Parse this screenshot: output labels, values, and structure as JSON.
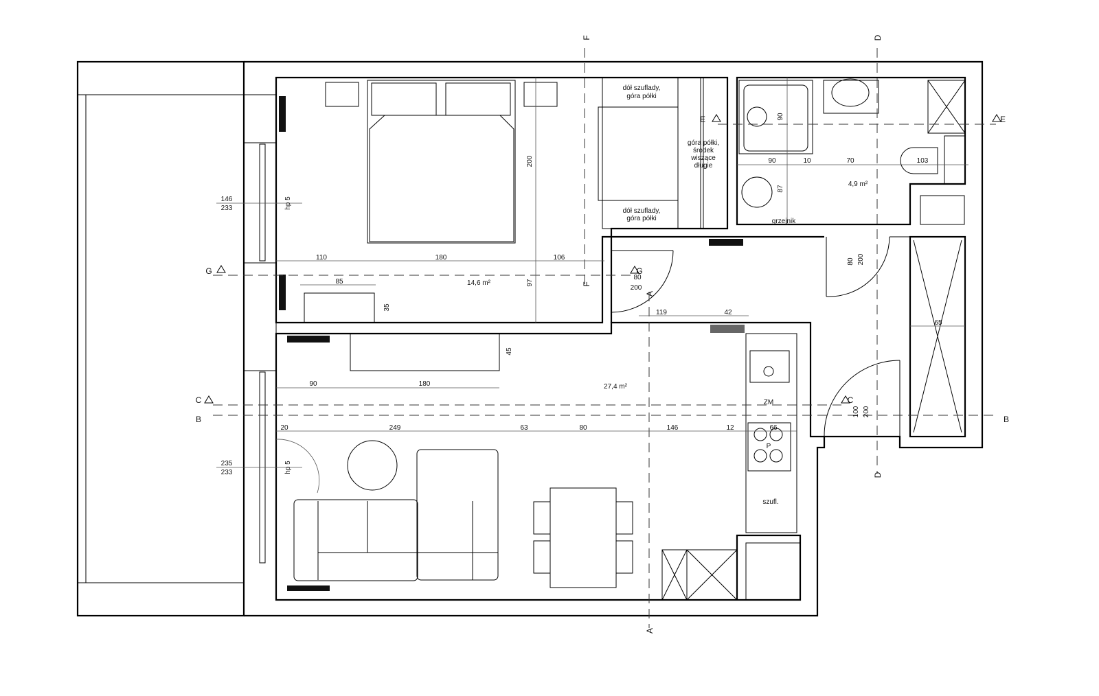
{
  "plan": {
    "rooms": {
      "bedroom_area": "14,6 m²",
      "living_area": "27,4 m²",
      "bathroom_area": "4,9 m²"
    },
    "notes": {
      "wardrobe_top_1": "dół szuflady,",
      "wardrobe_top_2": "góra półki",
      "wardrobe_bottom_1": "dół szuflady,",
      "wardrobe_bottom_2": "góra półki",
      "wardrobe_side_1": "góra półki,",
      "wardrobe_side_2": "środek",
      "wardrobe_side_3": "wiszące",
      "wardrobe_side_4": "długie",
      "radiator": "grzejnik",
      "sink_cabinet": "ZM",
      "cooktop": "P",
      "drawers": "szufl."
    },
    "dimensions": [
      "110",
      "180",
      "106",
      "200",
      "97",
      "85",
      "35",
      "80",
      "200",
      "119",
      "42",
      "45",
      "90",
      "180",
      "20",
      "249",
      "63",
      "80",
      "146",
      "12",
      "66",
      "65",
      "100",
      "200",
      "80",
      "200",
      "90",
      "10",
      "70",
      "103",
      "90",
      "87"
    ],
    "windows": [
      {
        "top": "146",
        "bottom": "233",
        "sill": "hp 5"
      },
      {
        "top": "235",
        "bottom": "233",
        "sill": "hp 5"
      }
    ],
    "sections": [
      "F",
      "F",
      "D",
      "D",
      "E",
      "E",
      "G",
      "G",
      "C",
      "C",
      "B",
      "B",
      "A",
      "A"
    ]
  }
}
